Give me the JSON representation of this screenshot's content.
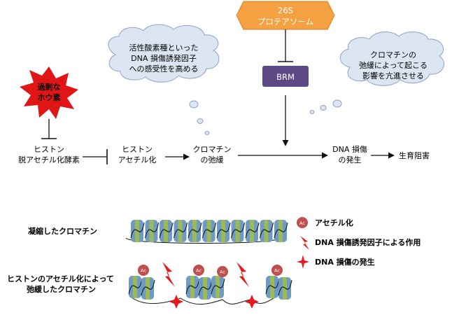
{
  "top": {
    "proteasome": [
      "26S",
      "プロテアソーム"
    ],
    "brm": "BRM",
    "excess_boron": [
      "過剰な",
      "ホウ素"
    ],
    "cloud_left": [
      "活性酸素種といった",
      "DNA 損傷誘発因子",
      "への感受性を高める"
    ],
    "cloud_right": [
      "クロマチンの",
      "弛緩によって起こる",
      "影響を亢進させる"
    ]
  },
  "pathway": {
    "hdac": [
      "ヒストン",
      "脱アセチル化酵素"
    ],
    "acetylation": [
      "ヒストン",
      "アセチル化"
    ],
    "relaxation": [
      "クロマチン",
      "の弛緩"
    ],
    "dna_damage": [
      "DNA 損傷",
      "の発生"
    ],
    "growth": "生育阻害"
  },
  "bottom": {
    "condensed_label": "凝縮したクロマチン",
    "relaxed_label": [
      "ヒストンのアセチル化によって",
      "弛緩したクロマチン"
    ],
    "ac_tag": "Ac"
  },
  "legend": {
    "acetylation": "アセチル化",
    "inducer": "DNA 損傷誘発因子による作用",
    "damage": "DNA 損傷の発生"
  },
  "colors": {
    "proteasome": "#f5a142",
    "brm": "#5b4a86",
    "boron_star": "#e01515",
    "cloud_fill": "#dce6f2",
    "cloud_stroke": "#8aa2c8",
    "ac_fill": "#c0504d",
    "histone_a": "#6f9ac4",
    "histone_b": "#9bbb59",
    "bolt": "#e8191c",
    "damage_star": "#e8191c"
  },
  "icons": [
    "lightning-bolt-icon",
    "damage-star-icon",
    "acetyl-ac-icon"
  ]
}
